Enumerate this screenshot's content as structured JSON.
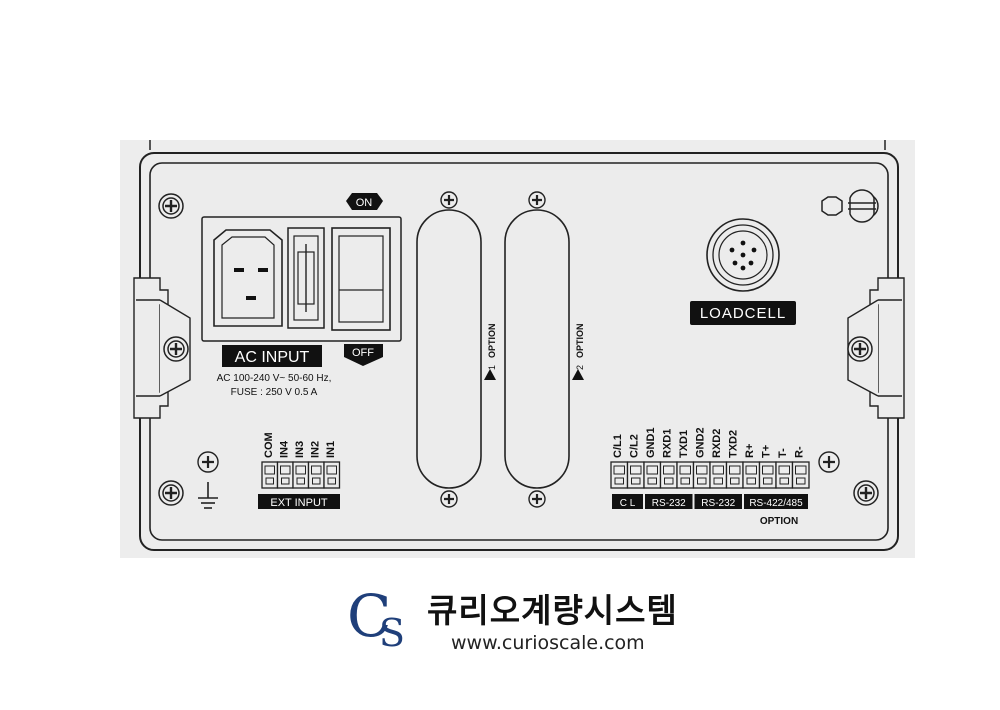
{
  "panel": {
    "on_label": "ON",
    "off_label": "OFF",
    "ac_input_label": "AC INPUT",
    "ac_spec_line1": "AC 100-240 V~  50-60 Hz,",
    "ac_spec_line2": "FUSE : 250 V   0.5 A",
    "loadcell_label": "LOADCELL",
    "option1_label": "OPTION",
    "option1_number": "1",
    "option2_label": "OPTION",
    "option2_number": "2",
    "ext_input_label": "EXT INPUT",
    "ext_pins": [
      "COM",
      "IN4",
      "IN3",
      "IN2",
      "IN1"
    ],
    "serial_pins": [
      "C/L1",
      "C/L2",
      "GND1",
      "RXD1",
      "TXD1",
      "GND2",
      "RXD2",
      "TXD2",
      "R+",
      "T+",
      "T-",
      "R-"
    ],
    "serial_groups": [
      "C L",
      "RS-232",
      "RS-232",
      "RS-422/485"
    ],
    "option_caption": "OPTION",
    "ground_icon": "ground-icon"
  },
  "brand": {
    "name": "큐리오계량시스템",
    "url": "www.curioscale.com",
    "logo_letters": "CS",
    "logo_color": "#1f3f7a"
  }
}
